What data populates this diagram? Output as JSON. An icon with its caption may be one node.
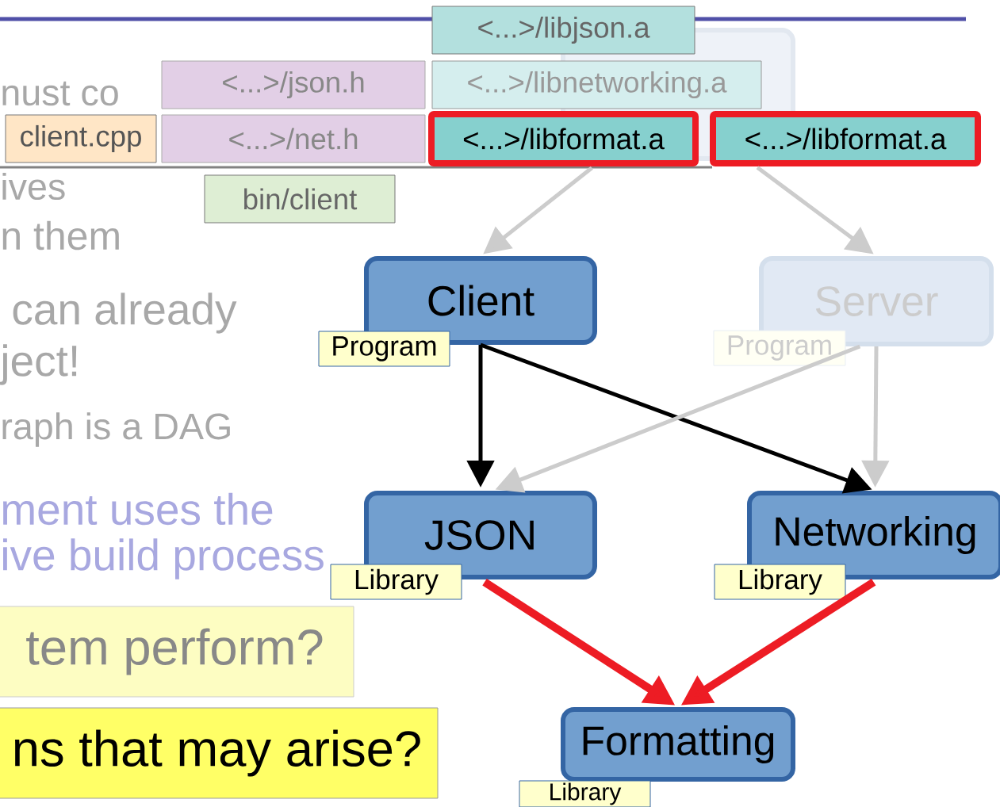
{
  "diagram": {
    "nodes": [
      {
        "text": [
          "<...>/libjson.a"
        ]
      },
      {
        "text": [],
        "shape": "box"
      },
      {
        "text": [
          "<...>/json.h"
        ]
      },
      {
        "text": [
          "<...>/libnetworking.a"
        ]
      },
      {
        "text": [
          "client.cpp"
        ]
      },
      {
        "text": [
          "<...>/net.h"
        ]
      },
      {
        "text": [
          "<...>/libformat.a"
        ]
      },
      {
        "text": [
          "<...>/libformat.a"
        ]
      },
      {
        "text": [
          "bin/client"
        ]
      },
      {
        "text": [
          "Client"
        ],
        "beside": [
          "Program"
        ]
      },
      {
        "text": [
          "Server"
        ],
        "beside": [
          "Program"
        ]
      },
      {
        "text": [
          "JSON"
        ],
        "beside": [
          "Library"
        ]
      },
      {
        "text": [
          "Networking"
        ],
        "beside": [
          "Library"
        ]
      },
      {
        "text": [
          "Formatting"
        ],
        "beside": [
          "Library"
        ]
      },
      {
        "text": [
          "tem perform?"
        ]
      },
      {
        "text": [
          "ns that may arise?"
        ]
      }
    ],
    "edges": [
      {
        "from": 1,
        "to": 9,
        "arrow": "to"
      },
      {
        "from": 1,
        "to": 10,
        "arrow": "to"
      },
      {
        "from": 9,
        "to": 11,
        "arrow": "to",
        "color": "#000000"
      },
      {
        "from": 9,
        "to": 12,
        "arrow": "to",
        "color": "#000000"
      },
      {
        "from": 10,
        "to": 11,
        "arrow": "to"
      },
      {
        "from": 10,
        "to": 12,
        "arrow": "to"
      },
      {
        "from": 11,
        "to": 13,
        "arrow": "to",
        "style": "thick",
        "color": "#ed1c24"
      },
      {
        "from": 12,
        "to": 13,
        "arrow": "to",
        "style": "thick",
        "color": "#ed1c24"
      }
    ],
    "labels": [
      "nust co",
      "ives",
      "n them",
      "can already",
      "ject!",
      "raph is a DAG",
      "ment uses the",
      "ive build process"
    ]
  }
}
